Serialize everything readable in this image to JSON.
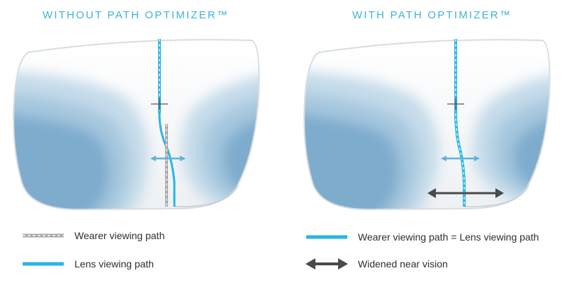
{
  "panels": {
    "left_title": "WITHOUT PATH OPTIMIZER™",
    "right_title": "WITH PATH OPTIMIZER™"
  },
  "legend": {
    "wearer_path": "Wearer viewing path",
    "lens_path": "Lens viewing path",
    "equal_paths": "Wearer viewing path = Lens viewing path",
    "widened_near": "Widened near vision"
  },
  "icons": {
    "gray_dashed": "gray-dashed-line-icon",
    "blue_line": "blue-line-icon",
    "blue_dashed": "blue-dashed-line-icon",
    "double_arrow": "double-arrow-icon"
  },
  "colors": {
    "title_blue": "#3fb3d6",
    "lens_path_blue": "#29b5e6",
    "wearer_path_gray": "#9a9a9a",
    "arrow_dark": "#4a4a4a",
    "distortion_zone": "#7eaccd",
    "lens_background": "#f2f4f6"
  }
}
